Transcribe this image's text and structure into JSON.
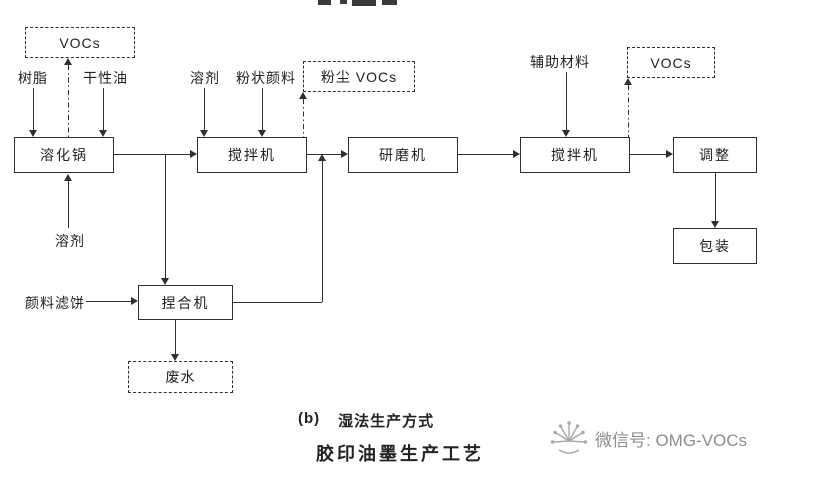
{
  "nodes": {
    "vocs_left": {
      "label": "VOCs"
    },
    "melting_pot": {
      "label": "溶化锅"
    },
    "mixer1": {
      "label": "搅拌机"
    },
    "dust_vocs": {
      "label": "粉尘 VOCs"
    },
    "grinder": {
      "label": "研磨机"
    },
    "mixer2": {
      "label": "搅拌机"
    },
    "vocs_right": {
      "label": "VOCs"
    },
    "adjust": {
      "label": "调整"
    },
    "packaging": {
      "label": "包装"
    },
    "kneader": {
      "label": "捏合机"
    },
    "wastewater": {
      "label": "废水"
    }
  },
  "inputs": {
    "resin": "树脂",
    "drying_oil": "干性油",
    "solvent_top": "溶剂",
    "powder_pigment": "粉状颜料",
    "aux_material": "辅助材料",
    "solvent_bottom": "溶剂",
    "pigment_filter_cake": "颜料滤饼"
  },
  "caption": {
    "prefix": "(b)",
    "text": "湿法生产方式"
  },
  "title": "胶印油墨生产工艺",
  "watermark": {
    "text": "微信号: OMG-VOCs"
  },
  "colors": {
    "line": "#2f2f2f",
    "watermark_gray": "#8e8e8e"
  }
}
